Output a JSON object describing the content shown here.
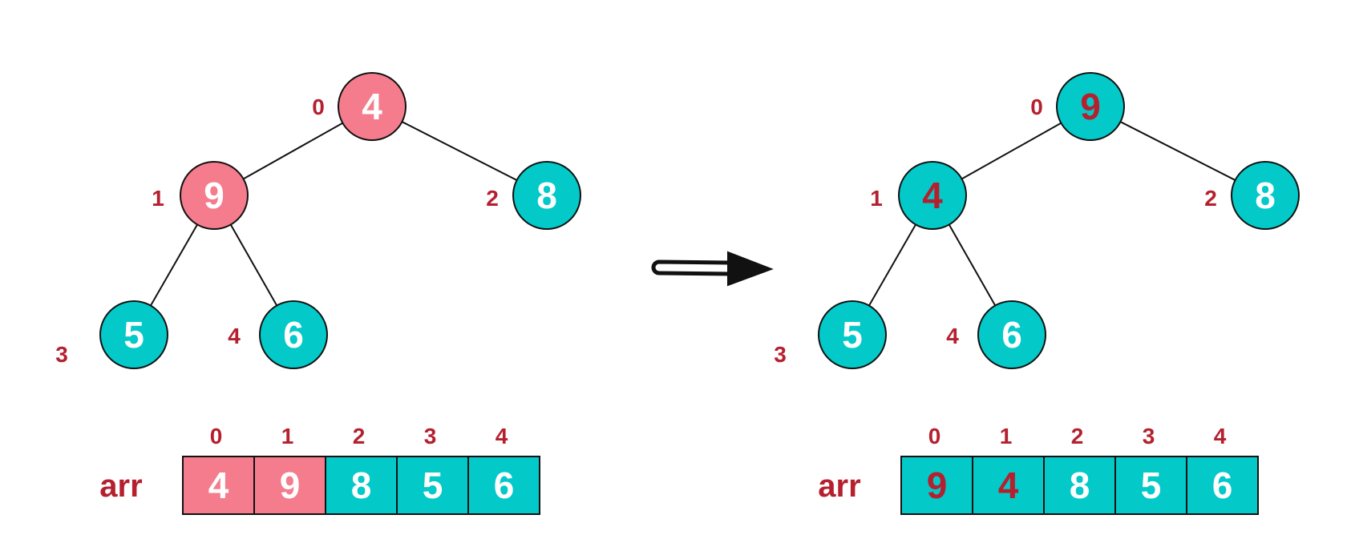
{
  "colors": {
    "pink": "#f47c8c",
    "teal": "#03c9c9",
    "index_red": "#b5202e",
    "white_text": "#ffffff",
    "stroke": "#111111"
  },
  "arrow": {
    "icon": "double-arrow-right-icon"
  },
  "panels": [
    {
      "name": "before",
      "nodes": [
        {
          "index": "0",
          "value": "4",
          "fill": "pink",
          "text": "white"
        },
        {
          "index": "1",
          "value": "9",
          "fill": "pink",
          "text": "white"
        },
        {
          "index": "2",
          "value": "8",
          "fill": "teal",
          "text": "white"
        },
        {
          "index": "3",
          "value": "5",
          "fill": "teal",
          "text": "white"
        },
        {
          "index": "4",
          "value": "6",
          "fill": "teal",
          "text": "white"
        }
      ],
      "arr_label": "arr",
      "cells": [
        {
          "index": "0",
          "value": "4",
          "fill": "pink",
          "text": "white"
        },
        {
          "index": "1",
          "value": "9",
          "fill": "pink",
          "text": "white"
        },
        {
          "index": "2",
          "value": "8",
          "fill": "teal",
          "text": "white"
        },
        {
          "index": "3",
          "value": "5",
          "fill": "teal",
          "text": "white"
        },
        {
          "index": "4",
          "value": "6",
          "fill": "teal",
          "text": "white"
        }
      ]
    },
    {
      "name": "after",
      "nodes": [
        {
          "index": "0",
          "value": "9",
          "fill": "teal",
          "text": "red"
        },
        {
          "index": "1",
          "value": "4",
          "fill": "teal",
          "text": "red"
        },
        {
          "index": "2",
          "value": "8",
          "fill": "teal",
          "text": "white"
        },
        {
          "index": "3",
          "value": "5",
          "fill": "teal",
          "text": "white"
        },
        {
          "index": "4",
          "value": "6",
          "fill": "teal",
          "text": "white"
        }
      ],
      "arr_label": "arr",
      "cells": [
        {
          "index": "0",
          "value": "9",
          "fill": "teal",
          "text": "red"
        },
        {
          "index": "1",
          "value": "4",
          "fill": "teal",
          "text": "red"
        },
        {
          "index": "2",
          "value": "8",
          "fill": "teal",
          "text": "white"
        },
        {
          "index": "3",
          "value": "5",
          "fill": "teal",
          "text": "white"
        },
        {
          "index": "4",
          "value": "6",
          "fill": "teal",
          "text": "white"
        }
      ]
    }
  ]
}
